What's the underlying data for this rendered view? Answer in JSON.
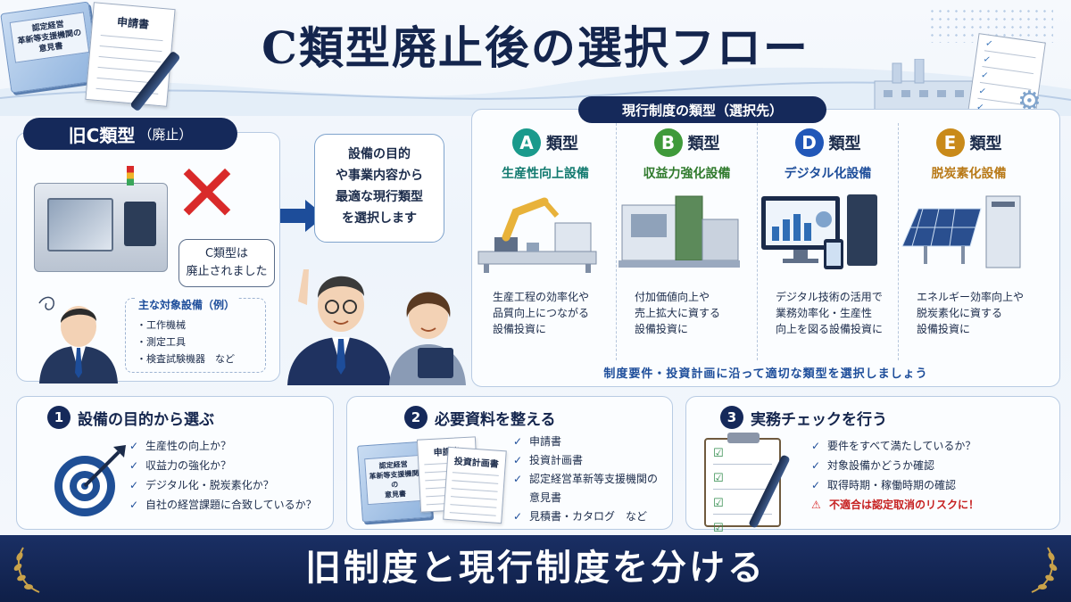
{
  "title": "C類型廃止後の選択フロー",
  "deco": {
    "book_label": [
      "認定経営",
      "革新等支援機関の",
      "意見書"
    ],
    "paper_title": "申請書"
  },
  "old_type": {
    "header_main": "旧C類型",
    "header_sub": "（廃止）",
    "bubble": [
      "C類型は",
      "廃止されました"
    ],
    "targets_title": "主な対象設備（例）",
    "targets": [
      "・工作機械",
      "・測定工具",
      "・検査試験機器　など"
    ]
  },
  "middle_bubble": [
    "設備の目的",
    "や事業内容から",
    "最適な現行類型",
    "を選択します"
  ],
  "current": {
    "header": "現行制度の類型（選択先）",
    "types": [
      {
        "letter": "A",
        "word": "類型",
        "name": "生産性向上設備",
        "color": "#1a9a8c",
        "desc": [
          "生産工程の効率化や",
          "品質向上につながる",
          "設備投資に"
        ]
      },
      {
        "letter": "B",
        "word": "類型",
        "name": "収益力強化設備",
        "color": "#3f9a3a",
        "desc": [
          "付加価値向上や",
          "売上拡大に資する",
          "設備投資に"
        ]
      },
      {
        "letter": "D",
        "word": "類型",
        "name": "デジタル化設備",
        "color": "#2157b8",
        "desc": [
          "デジタル技術の活用で",
          "業務効率化・生産性",
          "向上を図る設備投資に"
        ]
      },
      {
        "letter": "E",
        "word": "類型",
        "name": "脱炭素化設備",
        "color": "#c98a1a",
        "desc": [
          "エネルギー効率向上や",
          "脱炭素化に資する",
          "設備投資に"
        ]
      }
    ],
    "footer": "制度要件・投資計画に沿って適切な類型を選択しましょう"
  },
  "steps": [
    {
      "num": "1",
      "title": "設備の目的から選ぶ",
      "items": [
        "生産性の向上か？",
        "収益力の強化か？",
        "デジタル化・脱炭素化か？",
        "自社の経営課題に合致しているか？"
      ]
    },
    {
      "num": "2",
      "title": "必要資料を整える",
      "items": [
        "申請書",
        "投資計画書",
        "認定経営革新等支援機関の",
        "見積書・カタログ　など"
      ],
      "item3_cont": "意見書",
      "book_label": [
        "認定経営",
        "革新等支援機関の",
        "意見書"
      ],
      "paper1": "申請書",
      "paper2": "投資計画書"
    },
    {
      "num": "3",
      "title": "実務チェックを行う",
      "items": [
        "要件をすべて満たしているか？",
        "対象設備かどうか確認",
        "取得時期・稼働時期の確認"
      ],
      "warning": "不適合は認定取消のリスクに！"
    }
  ],
  "banner": "旧制度と現行制度を分ける",
  "colors": {
    "navy": "#15295a",
    "accent": "#1d4d9a",
    "warn": "#d92a2a"
  }
}
